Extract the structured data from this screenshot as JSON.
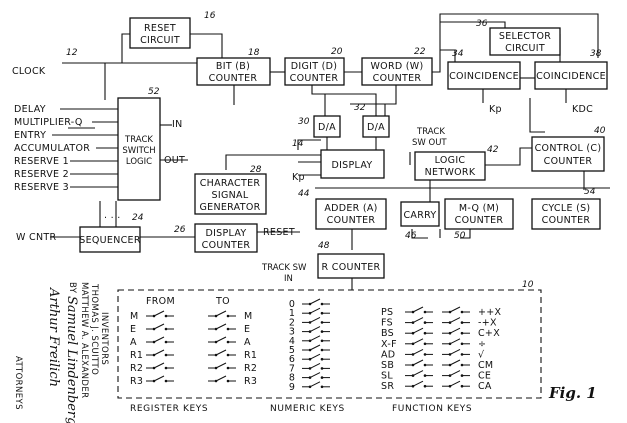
{
  "blocks": {
    "reset_circuit": {
      "label1": "RESET",
      "label2": "CIRCUIT",
      "ref": "16"
    },
    "bit_counter": {
      "label1": "BIT (B)",
      "label2": "COUNTER",
      "ref": "18"
    },
    "digit_counter": {
      "label1": "DIGIT (D)",
      "label2": "COUNTER",
      "ref": "20"
    },
    "word_counter": {
      "label1": "WORD (W)",
      "label2": "COUNTER",
      "ref": "22"
    },
    "selector_circuit": {
      "label1": "SELECTOR",
      "label2": "CIRCUIT",
      "ref": "36"
    },
    "coincidence_1": {
      "label": "COINCIDENCE",
      "ref": "34",
      "output": "Kp"
    },
    "coincidence_2": {
      "label": "COINCIDENCE",
      "ref": "38",
      "output": "KDC"
    },
    "track_switch_logic": {
      "label1": "TRACK",
      "label2": "SWITCH",
      "label3": "LOGIC",
      "ref": "52",
      "in_label": "IN",
      "out_label": "OUT"
    },
    "da_1": {
      "label": "D/A",
      "ref": "30"
    },
    "da_2": {
      "label": "D/A",
      "ref": "32"
    },
    "display": {
      "label": "DISPLAY",
      "ref": "14",
      "input": "Kp"
    },
    "logic_network": {
      "label1": "LOGIC",
      "label2": "NETWORK",
      "ref": "42",
      "track_out": "TRACK",
      "sw_out": "SW OUT"
    },
    "control_counter": {
      "label1": "CONTROL (C)",
      "label2": "COUNTER",
      "ref": "40"
    },
    "char_gen": {
      "label1": "CHARACTER",
      "label2": "SIGNAL",
      "label3": "GENERATOR",
      "ref": "28"
    },
    "display_counter": {
      "label1": "DISPLAY",
      "label2": "COUNTER",
      "ref": "26",
      "reset": "RESET"
    },
    "adder_counter": {
      "label1": "ADDER (A)",
      "label2": "COUNTER",
      "ref": "44"
    },
    "carry": {
      "label": "CARRY",
      "ref": "46"
    },
    "mq_counter": {
      "label1": "M-Q (M)",
      "label2": "COUNTER",
      "ref": "50"
    },
    "cycle_counter": {
      "label1": "CYCLE (S)",
      "label2": "COUNTER",
      "ref": "54"
    },
    "sequencer": {
      "label": "SEQUENCER",
      "ref": "24",
      "w_cntr": "W CNTR"
    },
    "r_counter": {
      "label": "R COUNTER",
      "ref": "48",
      "track_sw": "TRACK SW",
      "in": "IN"
    }
  },
  "inputs": {
    "clock": "CLOCK",
    "clock_ref": "12",
    "list": [
      "DELAY",
      "MULTIPLIER-Q",
      "ENTRY",
      "ACCUMULATOR",
      "RESERVE 1",
      "RESERVE 2",
      "RESERVE 3"
    ]
  },
  "keyboard": {
    "ref": "10",
    "from_label": "FROM",
    "to_label": "TO",
    "register_keys": [
      "M",
      "E",
      "A",
      "R1",
      "R2",
      "R3"
    ],
    "numeric_keys": [
      "0",
      "1",
      "2",
      "3",
      "4",
      "5",
      "6",
      "7",
      "8",
      "9"
    ],
    "function_left": [
      "PS",
      "FS",
      "BS",
      "X-F",
      "AD",
      "SB",
      "SL",
      "SR"
    ],
    "function_right": [
      "++X",
      "-+X",
      "C+X",
      "÷",
      "√",
      "CM",
      "CE",
      "CA"
    ],
    "captions": {
      "register": "REGISTER  KEYS",
      "numeric": "NUMERIC  KEYS",
      "function": "FUNCTION  KEYS"
    }
  },
  "figure_label": "Fig. 1",
  "inventors": {
    "title": "INVENTORS",
    "name1": "THOMAS J. SCUITTO",
    "name2": "MATTHEW A. ALEXANDER",
    "by": "BY",
    "sig1": "Samuel Lindenberg",
    "sig2": "Arthur Freilich",
    "attorneys": "ATTORNEYS"
  }
}
